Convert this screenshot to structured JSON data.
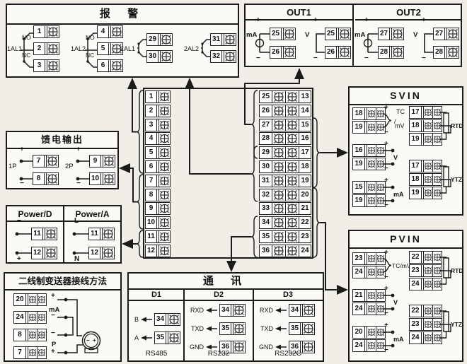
{
  "alarm": {
    "title": "报 警",
    "groups": [
      {
        "label": "1AL1",
        "no": "NO",
        "nc": "NC",
        "terminals": [
          "1",
          "2",
          "3"
        ]
      },
      {
        "label": "1AL2",
        "no": "NO",
        "nc": "NC",
        "terminals": [
          "4",
          "5",
          "6"
        ]
      },
      {
        "label": "2AL1",
        "terminals": [
          "29",
          "30"
        ]
      },
      {
        "label": "2AL2",
        "terminals": [
          "31",
          "32"
        ]
      }
    ]
  },
  "out": {
    "sections": [
      {
        "title": "OUT1",
        "groups": [
          {
            "label": "mA",
            "plus": "+",
            "minus": "−",
            "terminals": [
              "25",
              "26"
            ]
          },
          {
            "label": "V",
            "plus": "+",
            "minus": "−",
            "terminals": [
              "25",
              "26"
            ]
          }
        ]
      },
      {
        "title": "OUT2",
        "groups": [
          {
            "label": "mA",
            "plus": "+",
            "minus": "−",
            "terminals": [
              "27",
              "28"
            ]
          },
          {
            "label": "V",
            "plus": "+",
            "minus": "−",
            "terminals": [
              "27",
              "28"
            ]
          }
        ]
      }
    ]
  },
  "feed": {
    "title": "馈电输出",
    "groups": [
      {
        "label": "1P",
        "terminals": [
          {
            "n": "7",
            "s": "+"
          },
          {
            "n": "8",
            "s": "−"
          }
        ]
      },
      {
        "label": "2P",
        "terminals": [
          {
            "n": "9",
            "s": "+"
          },
          {
            "n": "10",
            "s": "−"
          }
        ]
      }
    ]
  },
  "power": {
    "sections": [
      {
        "title": "Power/D",
        "terminals": [
          {
            "n": "11",
            "s": "−"
          },
          {
            "n": "12",
            "s": "+"
          }
        ]
      },
      {
        "title": "Power/A",
        "terminals": [
          {
            "n": "11",
            "s": "L"
          },
          {
            "n": "12",
            "s": "N"
          }
        ]
      }
    ]
  },
  "twowire": {
    "title": "二线制变送器接线方法",
    "terminals": [
      {
        "n": "20",
        "s": "+"
      },
      {
        "n": "24",
        "s": "−"
      },
      {
        "n": "8",
        "s": "−"
      },
      {
        "n": "7",
        "s": "+"
      }
    ],
    "ma_label": "mA",
    "p_label": "P",
    "transmitter": {
      "minus": "−",
      "plus": "+"
    }
  },
  "comm": {
    "title": "通 讯",
    "columns": [
      {
        "header": "D1",
        "protocol": "RS485",
        "rows": [
          {
            "label": "B",
            "n": "34"
          },
          {
            "label": "A",
            "n": "35"
          }
        ]
      },
      {
        "header": "D2",
        "protocol": "RS232",
        "rows": [
          {
            "label": "RXD",
            "n": "34"
          },
          {
            "label": "TXD",
            "n": "35"
          },
          {
            "label": "GND",
            "n": "36"
          }
        ]
      },
      {
        "header": "D3",
        "protocol": "RS232C",
        "rows": [
          {
            "label": "RXD",
            "n": "34"
          },
          {
            "label": "TXD",
            "n": "35"
          },
          {
            "label": "GND",
            "n": "36"
          }
        ]
      }
    ]
  },
  "svin": {
    "title": "SVIN",
    "left_groups": [
      {
        "label_top": "TC",
        "label_bottom": "mV",
        "terminals": [
          {
            "n": "18",
            "s": "+"
          },
          {
            "n": "19",
            "s": "−"
          }
        ]
      },
      {
        "label": "V",
        "terminals": [
          {
            "n": "16",
            "s": "+"
          },
          {
            "n": "19",
            "s": "−"
          }
        ]
      },
      {
        "label": "mA",
        "terminals": [
          {
            "n": "15",
            "s": "+"
          },
          {
            "n": "19",
            "s": "−"
          }
        ]
      }
    ],
    "right_groups": [
      {
        "label": "RTD",
        "terminals": [
          "17",
          "18",
          "19"
        ]
      },
      {
        "label": "YTZ",
        "terminals": [
          "17",
          "18",
          "19"
        ]
      }
    ]
  },
  "pvin": {
    "title": "PVIN",
    "left_groups": [
      {
        "label": "TC/mV",
        "terminals": [
          {
            "n": "23",
            "s": "+"
          },
          {
            "n": "24",
            "s": "−"
          }
        ]
      },
      {
        "label": "V",
        "terminals": [
          {
            "n": "21",
            "s": "+"
          },
          {
            "n": "24",
            "s": "−"
          }
        ]
      },
      {
        "label": "mA",
        "terminals": [
          {
            "n": "20",
            "s": "+"
          },
          {
            "n": "24",
            "s": "−"
          }
        ]
      }
    ],
    "right_groups": [
      {
        "label": "RTD",
        "terminals": [
          "22",
          "23",
          "24"
        ]
      },
      {
        "label": "YTZ",
        "terminals": [
          "22",
          "23",
          "24"
        ]
      }
    ]
  },
  "center": {
    "left_column": [
      "1",
      "2",
      "3",
      "4",
      "5",
      "6",
      "7",
      "8",
      "9",
      "10",
      "11",
      "12"
    ],
    "inner_column": [
      "25",
      "26",
      "27",
      "28",
      "29",
      "30",
      "31",
      "32",
      "33",
      "34",
      "35",
      "36"
    ],
    "outer_column": [
      "13",
      "14",
      "15",
      "16",
      "17",
      "18",
      "19",
      "20",
      "21",
      "22",
      "23",
      "24"
    ]
  },
  "colors": {
    "line": "#1b1b1b",
    "box_bg": "#fbfaf6",
    "page_bg": "#f1eee8"
  }
}
